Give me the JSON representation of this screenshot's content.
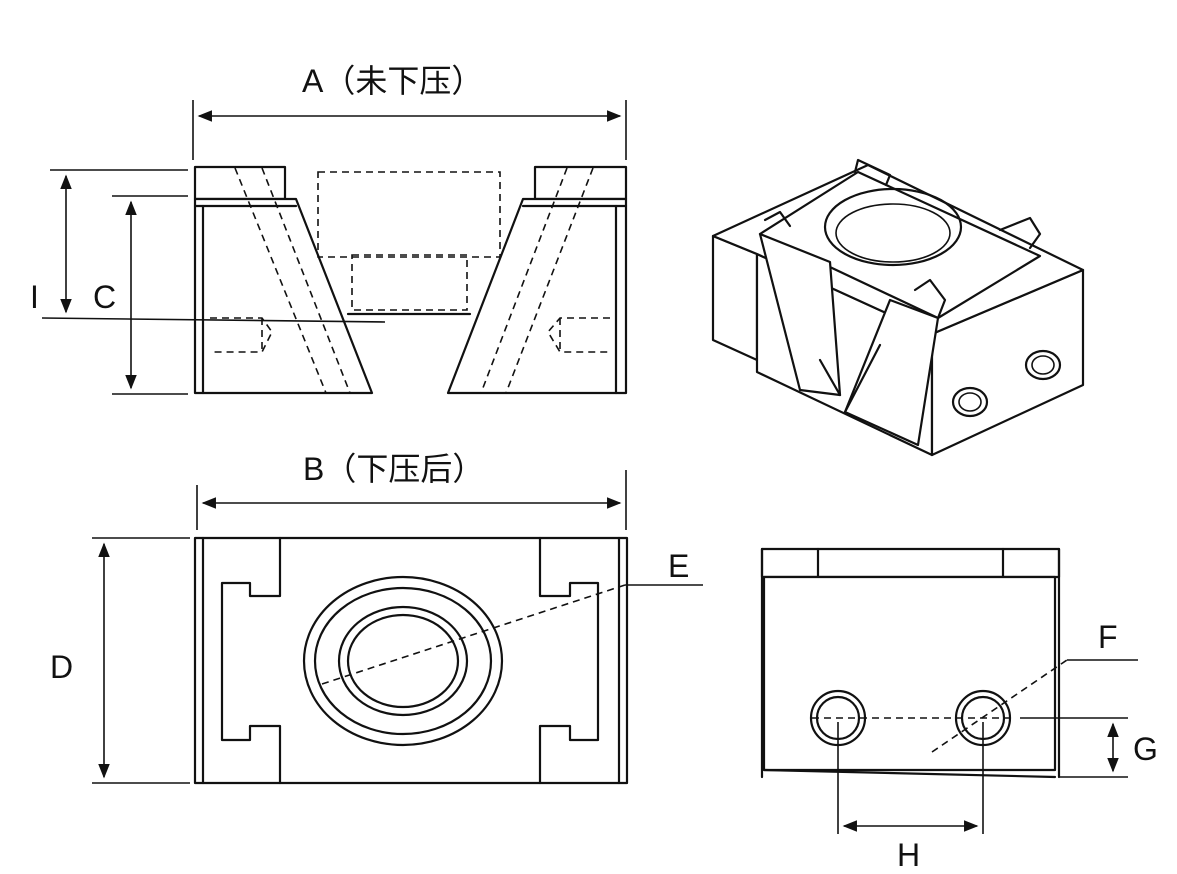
{
  "labels": {
    "A": "A（未下压）",
    "B": "B（下压后）",
    "C": "C",
    "D": "D",
    "E": "E",
    "F": "F",
    "G": "G",
    "H": "H",
    "I": "I"
  }
}
